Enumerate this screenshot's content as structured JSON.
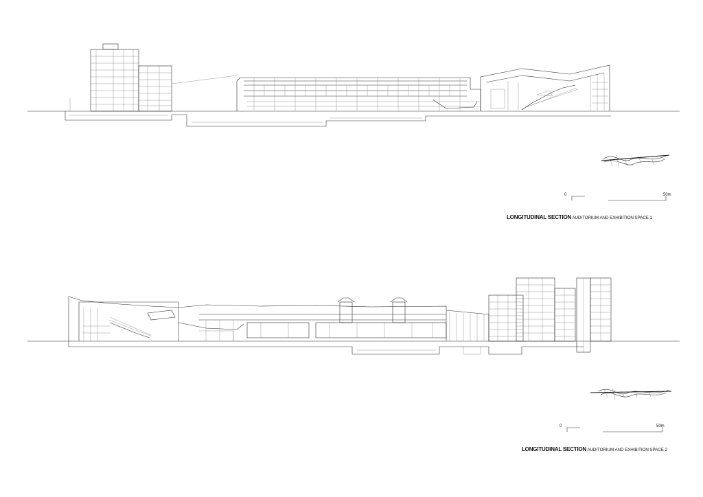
{
  "section_1": {
    "title_main": "LONGITUDINAL SECTION",
    "title_sub": " AUDITORIUM AND EXHIBITION SPACE 1",
    "scale_start": "0",
    "scale_end": "50m"
  },
  "section_2": {
    "title_main": "LONGITUDINAL SECTION",
    "title_sub": " AUDITORIUM AND EXHIBITION SPACE 2",
    "scale_start": "0",
    "scale_end": "50m"
  }
}
